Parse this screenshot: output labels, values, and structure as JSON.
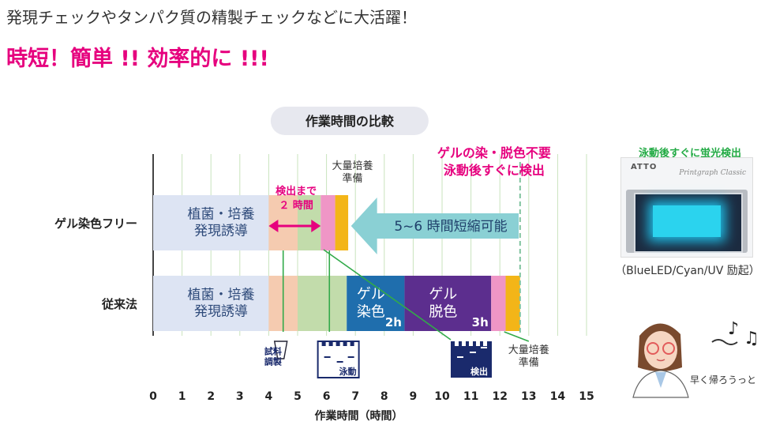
{
  "headline": "発現チェックやタンパク質の精製チェックなどに大活躍！",
  "subheadline": "時短！簡単 !! 効率的に !!!",
  "chart_data": {
    "type": "bar",
    "orientation": "horizontal-stacked",
    "title": "作業時間の比較",
    "xlabel": "作業時間（時間）",
    "xlim": [
      0,
      15
    ],
    "x_ticks": [
      "0",
      "1",
      "2",
      "3",
      "4",
      "5",
      "6",
      "7",
      "8",
      "9",
      "10",
      "11",
      "12",
      "13",
      "14",
      "15"
    ],
    "grid": true,
    "categories": [
      "ゲル染色フリー",
      "従来法"
    ],
    "rows": [
      {
        "category": "ゲル染色フリー",
        "segments": [
          {
            "label": "植菌・培養\n発現誘導",
            "start": 0,
            "end": 4,
            "color": "#dde4f3"
          },
          {
            "label": "",
            "start": 4,
            "end": 5,
            "color": "#f5cbb0"
          },
          {
            "label": "",
            "start": 5,
            "end": 5.8,
            "color": "#c2dcab"
          },
          {
            "label": "",
            "start": 5.8,
            "end": 6.3,
            "color": "#ef96c6"
          },
          {
            "label": "",
            "start": 6.3,
            "end": 6.75,
            "color": "#f3b518"
          }
        ]
      },
      {
        "category": "従来法",
        "segments": [
          {
            "label": "植菌・培養\n発現誘導",
            "start": 0,
            "end": 4,
            "color": "#dde4f3"
          },
          {
            "label": "",
            "start": 4,
            "end": 5,
            "color": "#f5cbb0"
          },
          {
            "label": "",
            "start": 5,
            "end": 6.7,
            "color": "#c2dcab"
          },
          {
            "label": "ゲル\n染色",
            "duration_label": "2h",
            "start": 6.7,
            "end": 8.7,
            "color": "#1f6ead"
          },
          {
            "label": "ゲル\n脱色",
            "duration_label": "3h",
            "start": 8.7,
            "end": 11.7,
            "color": "#5c2e8e"
          },
          {
            "label": "",
            "start": 11.7,
            "end": 12.2,
            "color": "#ef96c6"
          },
          {
            "label": "",
            "start": 12.2,
            "end": 12.7,
            "color": "#f3b518"
          }
        ]
      }
    ],
    "annotations": {
      "detect_note": "検出まで\n２ 時間",
      "prep_top": "大量培養\n準備",
      "prep_bottom": "大量培養\n準備",
      "no_stain": "ゲルの染・脱色不要\n泳動後すぐに検出",
      "saving": "5~6 時間短縮可能",
      "step_prep": "試料\n調製",
      "step_run": "泳動",
      "step_detect": "検出"
    },
    "colors": {
      "accent": "#e6007e",
      "arrow": "#8ad0d4",
      "guide": "#32aa4a",
      "dash": "#80c39e"
    }
  },
  "side_panel": {
    "title": "泳動後すぐに蛍光検出",
    "logo": "ATTO",
    "brand": "Printgraph Classic",
    "caption": "（BlueLED/Cyan/UV 励起）"
  },
  "character": {
    "caption": "早く帰ろうっと"
  }
}
